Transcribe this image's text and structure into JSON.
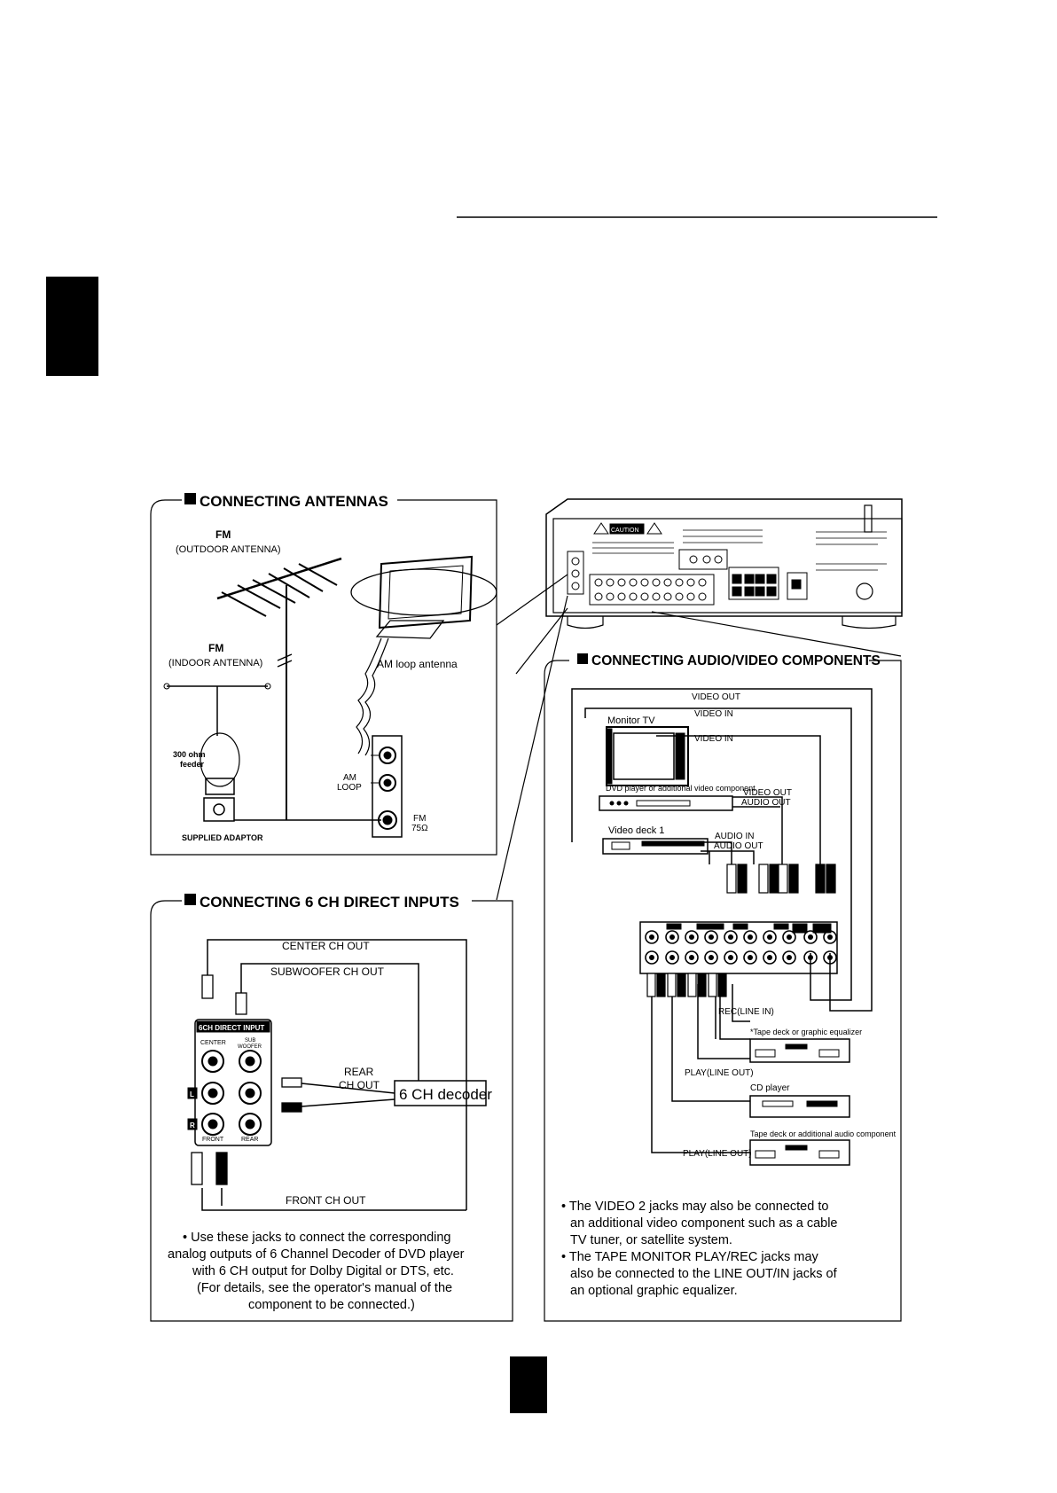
{
  "antennas": {
    "title": "CONNECTING ANTENNAS",
    "fm_outdoor_heading": "FM",
    "fm_outdoor_sub": "(OUTDOOR ANTENNA)",
    "fm_indoor_heading": "FM",
    "fm_indoor_sub": "(INDOOR ANTENNA)",
    "am_loop_label": "AM loop antenna",
    "feeder_label_1": "300 ohm",
    "feeder_label_2": "feeder",
    "adaptor_label": "SUPPLIED  ADAPTOR",
    "am_terminal_1": "AM",
    "am_terminal_2": "LOOP",
    "fm_terminal_1": "FM",
    "fm_terminal_2": "75Ω"
  },
  "six_ch": {
    "title": "CONNECTING 6 CH DIRECT INPUTS",
    "center_out": "CENTER CH OUT",
    "subwoofer_out": "SUBWOOFER CH OUT",
    "rear_out_1": "REAR",
    "rear_out_2": "CH OUT",
    "front_out": "FRONT CH OUT",
    "decoder_label": "6 CH decoder",
    "panel_title": "6CH DIRECT INPUT",
    "jack_center": "CENTER",
    "jack_sub_1": "SUB",
    "jack_sub_2": "WOOFER",
    "jack_front": "FRONT",
    "jack_rear": "REAR",
    "mark_l": "L",
    "mark_r": "R",
    "note_lines": [
      "• Use these jacks to connect the corresponding",
      "analog outputs of 6 Channel Decoder of DVD player",
      "with  6 CH output for Dolby Digital or DTS, etc.",
      "(For details, see the operator's manual of the",
      "component to be connected.)"
    ]
  },
  "av": {
    "title": "CONNECTING AUDIO/VIDEO COMPONENTS",
    "video_out_top": "VIDEO OUT",
    "video_in_1": "VIDEO IN",
    "video_in_2": "VIDEO IN",
    "monitor_tv": "Monitor TV",
    "dvd_label": "DVD player or additional video component",
    "dvd_video_out": "VIDEO OUT",
    "dvd_audio_out": "AUDIO OUT",
    "video_deck": "Video deck 1",
    "deck_audio_in": "AUDIO IN",
    "deck_audio_out": "AUDIO OUT",
    "rec_line_in": "REC(LINE IN)",
    "tape_eq": "*Tape deck or graphic equalizer",
    "play_line_out_1": "PLAY(LINE OUT)",
    "cd_player": "CD player",
    "tape_additional": "Tape deck or additional audio component",
    "play_line_out_2": "PLAY(LINE OUT)",
    "note_lines": [
      "• The VIDEO 2 jacks may also be connected to",
      "an additional video component such as a cable",
      "TV tuner,  or satellite system.",
      "• The TAPE MONITOR PLAY/REC jacks may",
      "also be connected to the LINE OUT/IN jacks of",
      "an optional graphic equalizer."
    ]
  },
  "receiver": {
    "caution": "CAUTION"
  }
}
